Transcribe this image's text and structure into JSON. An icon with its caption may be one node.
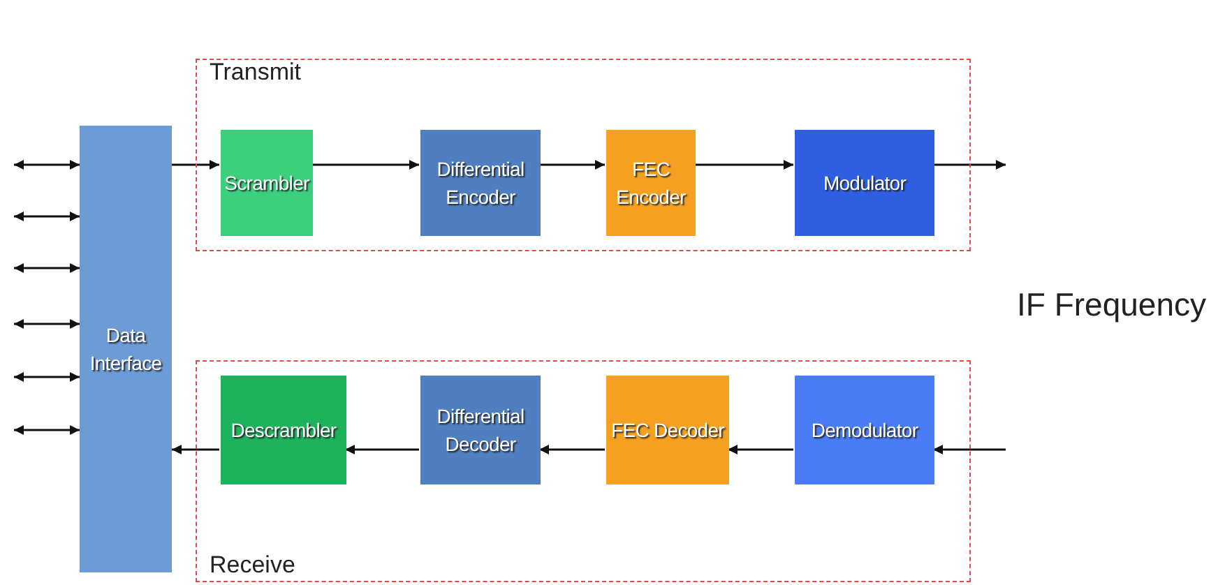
{
  "diagram": {
    "nodes": [
      {
        "text": [
          "Transmit"
        ]
      },
      {
        "text": [
          "Receive"
        ]
      },
      {
        "text": [
          "Data Interface"
        ]
      },
      {
        "text": [
          "Scrambler"
        ],
        "in": 0
      },
      {
        "text": [
          "Differential Encoder"
        ],
        "in": 0
      },
      {
        "text": [
          "FEC Encoder"
        ],
        "in": 0
      },
      {
        "text": [
          "Modulator"
        ],
        "in": 0
      },
      {
        "text": [
          "Descrambler"
        ],
        "in": 1
      },
      {
        "text": [
          "Differential Decoder"
        ],
        "in": 1
      },
      {
        "text": [
          "FEC Decoder"
        ],
        "in": 1
      },
      {
        "text": [
          "Demodulator"
        ],
        "in": 1
      }
    ],
    "edges": [
      {
        "from": 2,
        "to": 3,
        "arrow": "to"
      },
      {
        "from": 3,
        "to": 4,
        "arrow": "to"
      },
      {
        "from": 4,
        "to": 5,
        "arrow": "to"
      },
      {
        "from": 5,
        "to": 6,
        "arrow": "to"
      },
      {
        "from": 6,
        "to": null,
        "arrow": "to"
      },
      {
        "from": null,
        "to": 10,
        "arrow": "to"
      },
      {
        "from": 10,
        "to": 9,
        "arrow": "to"
      },
      {
        "from": 9,
        "to": 8,
        "arrow": "to"
      },
      {
        "from": 8,
        "to": 7,
        "arrow": "to"
      },
      {
        "from": 7,
        "to": 2,
        "arrow": "to"
      },
      {
        "from": null,
        "to": 2,
        "arrow": "both"
      },
      {
        "from": null,
        "to": 2,
        "arrow": "both"
      },
      {
        "from": null,
        "to": 2,
        "arrow": "both"
      },
      {
        "from": null,
        "to": 2,
        "arrow": "both"
      },
      {
        "from": null,
        "to": 2,
        "arrow": "both"
      },
      {
        "from": null,
        "to": 2,
        "arrow": "both"
      }
    ],
    "labels": [
      "IF Frequency"
    ]
  }
}
